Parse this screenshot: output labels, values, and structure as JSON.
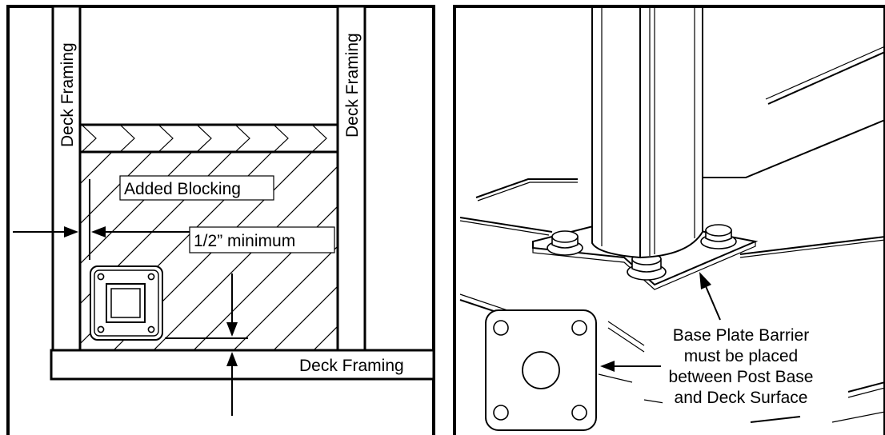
{
  "left_panel": {
    "deck_framing_left": "Deck Framing",
    "deck_framing_right": "Deck Framing",
    "deck_framing_bottom": "Deck Framing",
    "added_blocking": "Added Blocking",
    "half_inch_minimum": "1/2” minimum"
  },
  "right_panel": {
    "barrier_line_1": "Base Plate Barrier",
    "barrier_line_2": "must be placed",
    "barrier_line_3": "between Post Base",
    "barrier_line_4": "and Deck Surface"
  }
}
